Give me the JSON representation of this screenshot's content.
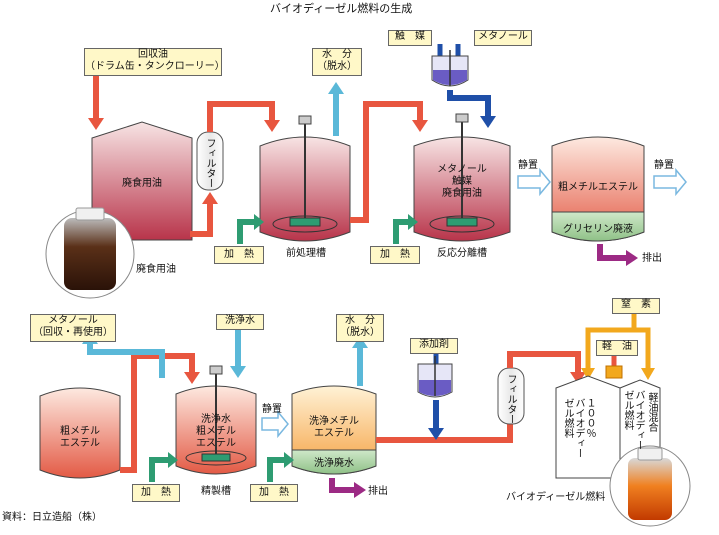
{
  "title": "バイオディーゼル燃料の生成",
  "source": "資料：日立造船（株）",
  "top": {
    "input_box": "回収油\n（ドラム缶・タンクローリー）",
    "tank_label": "廃食用油",
    "photo_caption": "廃食用油",
    "filter": "フィルター",
    "water_box": "水　分\n（脱水）",
    "pretreat_caption": "前処理槽",
    "heat1": "加　熱",
    "catalyst_box": "触　媒",
    "methanol_box": "メタノール",
    "reactor_text": "メタノール\n触媒\n廃食用油",
    "reactor_caption": "反応分離槽",
    "heat2": "加　熱",
    "settle1": "静置",
    "ester_text": "粗メチルエステル",
    "glycerin_text": "グリセリン廃液",
    "settle2": "静置",
    "discharge": "排出"
  },
  "bottom": {
    "methanol_box": "メタノール\n（回収・再使用）",
    "crude_text": "粗メチル\nエステル",
    "wash_water_box": "洗浄水",
    "refine_text": "洗浄水\n粗メチル\nエステル",
    "refine_caption": "精製槽",
    "heat1": "加　熱",
    "settle": "静置",
    "water_box": "水　分\n（脱水）",
    "washed_text": "洗浄メチル\nエステル",
    "waste_text": "洗浄廃水",
    "heat2": "加　熱",
    "discharge": "排出",
    "additive_box": "添加剤",
    "filter": "フィルター",
    "nitrogen_box": "窒　素",
    "light_oil_box": "軽　油",
    "bdf100": "１００％\nバイオディー\nゼル燃料",
    "bdf_tank2": "バイオディー\nゼル燃料",
    "mixed": "軽油混合",
    "product_caption": "バイオディーゼル燃料"
  }
}
